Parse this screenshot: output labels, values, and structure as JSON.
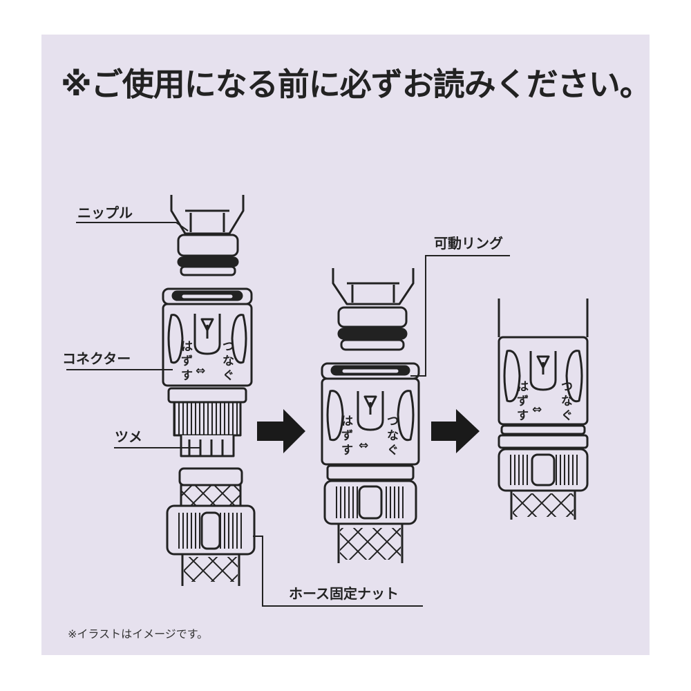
{
  "title": "※ご使用になる前に必ずお読みください。",
  "labels": {
    "nipple": "ニップル",
    "connector": "コネクター",
    "claw": "ツメ",
    "hose_nut": "ホース固定ナット",
    "movable_ring": "可動リング"
  },
  "connector_text": {
    "detach": "はずす",
    "connect": "つなぐ",
    "arrow": "⇔"
  },
  "footnote": "※イラストはイメージです。",
  "colors": {
    "background": "#e6e1ee",
    "line": "#222222",
    "arrow": "#1a1a1a"
  }
}
